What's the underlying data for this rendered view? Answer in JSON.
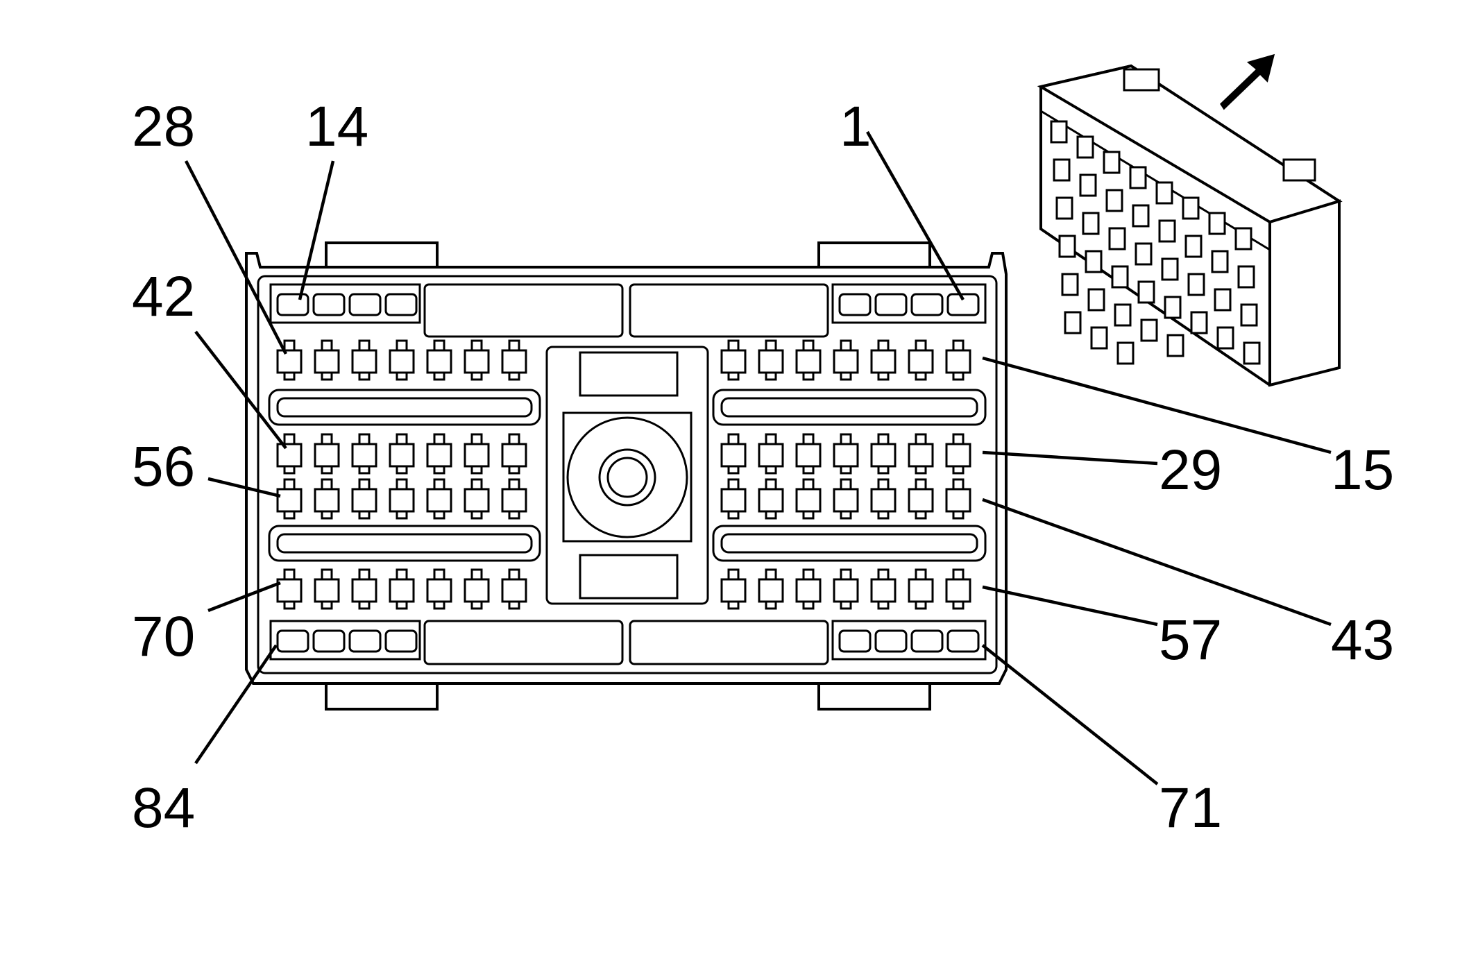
{
  "diagram": {
    "pin_labels": [
      {
        "id": "p28",
        "text": "28"
      },
      {
        "id": "p14",
        "text": "14"
      },
      {
        "id": "p1",
        "text": "1"
      },
      {
        "id": "p42",
        "text": "42"
      },
      {
        "id": "p56",
        "text": "56"
      },
      {
        "id": "p70",
        "text": "70"
      },
      {
        "id": "p84",
        "text": "84"
      },
      {
        "id": "p15",
        "text": "15"
      },
      {
        "id": "p29",
        "text": "29"
      },
      {
        "id": "p43",
        "text": "43"
      },
      {
        "id": "p57",
        "text": "57"
      },
      {
        "id": "p71",
        "text": "71"
      }
    ],
    "pins_per_row": 7,
    "terminal_rows": 4,
    "colors": {
      "line": "#000000",
      "background": "#ffffff",
      "fill": "#ffffff"
    },
    "icons": [
      "connector-face",
      "connector-3d-view",
      "direction-arrow-icon"
    ]
  }
}
